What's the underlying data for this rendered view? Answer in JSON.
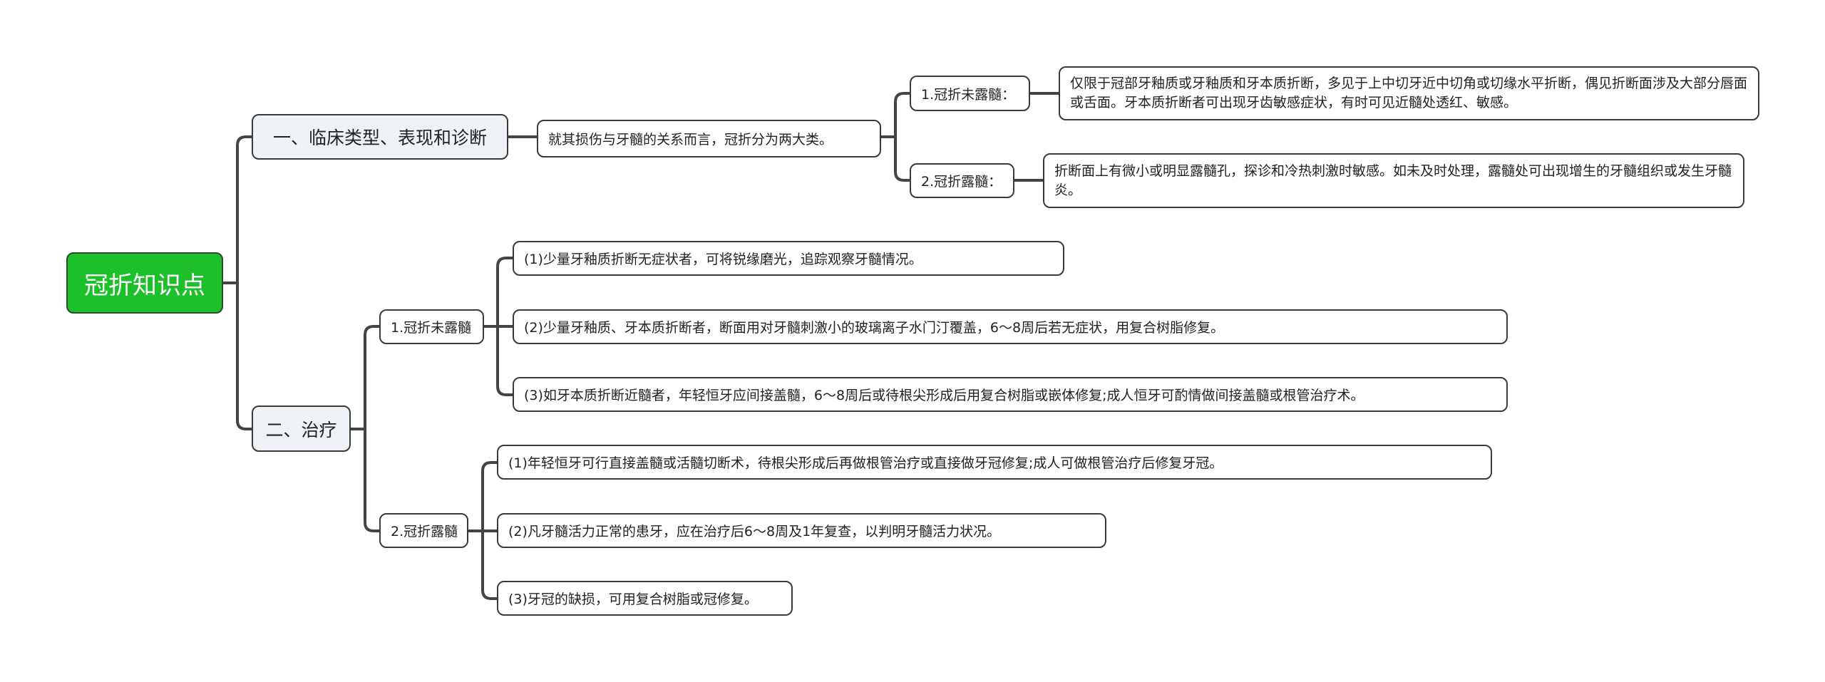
{
  "root": {
    "label": "冠折知识点",
    "color": "#1DBF2A"
  },
  "sections": [
    {
      "label": "一、临床类型、表现和诊断",
      "summary": "就其损伤与牙髓的关系而言，冠折分为两大类。",
      "types": [
        {
          "label": "1.冠折未露髓：",
          "detail": "仅限于冠部牙釉质或牙釉质和牙本质折断，多见于上中切牙近中切角或切缘水平折断，偶见折断面涉及大部分唇面或舌面。牙本质折断者可出现牙齿敏感症状，有时可见近髓处透红、敏感。"
        },
        {
          "label": "2.冠折露髓：",
          "detail": "折断面上有微小或明显露髓孔，探诊和冷热刺激时敏感。如未及时处理，露髓处可出现增生的牙髓组织或发生牙髓炎。"
        }
      ]
    },
    {
      "label": "二、治疗",
      "groups": [
        {
          "label": "1.冠折未露髓",
          "items": [
            "(1)少量牙釉质折断无症状者，可将锐缘磨光，追踪观察牙髓情况。",
            "(2)少量牙釉质、牙本质折断者，断面用对牙髓刺激小的玻璃离子水门汀覆盖，6～8周后若无症状，用复合树脂修复。",
            "(3)如牙本质折断近髓者，年轻恒牙应间接盖髓，6～8周后或待根尖形成后用复合树脂或嵌体修复;成人恒牙可酌情做间接盖髓或根管治疗术。"
          ]
        },
        {
          "label": "2.冠折露髓",
          "items": [
            "(1)年轻恒牙可行直接盖髓或活髓切断术，待根尖形成后再做根管治疗或直接做牙冠修复;成人可做根管治疗后修复牙冠。",
            "(2)凡牙髓活力正常的患牙，应在治疗后6～8周及1年复查，以判明牙髓活力状况。",
            "(3)牙冠的缺损，可用复合树脂或冠修复。"
          ]
        }
      ]
    }
  ]
}
